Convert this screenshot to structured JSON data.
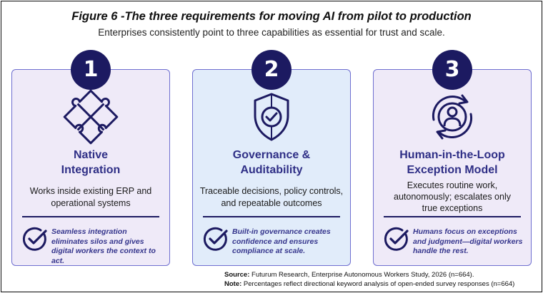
{
  "title": "Figure 6 -The three requirements for moving AI from pilot to production",
  "subtitle": "Enterprises consistently point to three capabilities as essential for trust and scale.",
  "cards": [
    {
      "number": "1",
      "title_line1": "Native",
      "title_line2": "Integration",
      "desc_line1": "Works inside existing ERP and",
      "desc_line2": "operational systems",
      "desc_line3": "",
      "note": "Seamless integration eliminates silos and gives digital workers the context to act.",
      "icon": "puzzle-icon"
    },
    {
      "number": "2",
      "title_line1": "Governance &",
      "title_line2": "Auditability",
      "desc_line1": "Traceable decisions, policy controls,",
      "desc_line2": "and repeatable outcomes",
      "desc_line3": "",
      "note": "Built-in governance creates confidence and ensures compliance at scale.",
      "icon": "shield-check-icon"
    },
    {
      "number": "3",
      "title_line1": "Human-in-the-Loop",
      "title_line2": "Exception Model",
      "desc_line1": "Executes routine work,",
      "desc_line2": "autonomously; escalates only",
      "desc_line3": "true exceptions",
      "note": "Humans focus on exceptions and judgment—digital workers handle the rest.",
      "icon": "person-cycle-icon"
    }
  ],
  "source_label": "Source:",
  "source_text": "Futurum Research, Enterprise Autonomous Workers Study, 2026 (n=664).",
  "note_label": "Note:",
  "note_text": "Percentages reflect directional keyword analysis of open-ended survey responses (n=664)",
  "colors": {
    "navy": "#1c1a61",
    "card_border": "#6f6fd0",
    "card_lavender": "#efeaf8",
    "card_blue": "#e1ecfa",
    "title_purple": "#2f2f86"
  }
}
